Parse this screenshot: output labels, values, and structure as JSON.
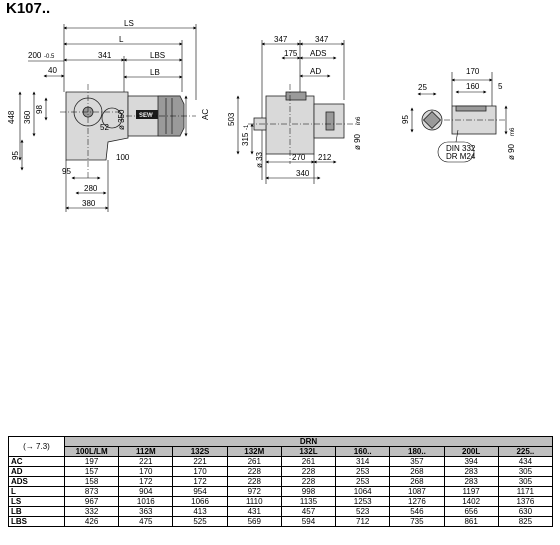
{
  "title": "K107..",
  "front_view": {
    "dims": {
      "LS": "LS",
      "L": "L",
      "LBS": "LBS",
      "LB": "LB",
      "d200": "200",
      "tol200": "-0.5",
      "d40": "40",
      "d341": "341",
      "d448": "448",
      "d360": "360",
      "d98": "98",
      "d52": "52",
      "d95v": "95",
      "d100": "100",
      "d95h": "95",
      "d280": "280",
      "d380": "380",
      "phi350": "ø 350",
      "AC": "AC",
      "brand": "SEW"
    }
  },
  "side_view": {
    "dims": {
      "d347a": "347",
      "d347b": "347",
      "d175": "175",
      "ADS": "ADS",
      "AD": "AD",
      "d503": "503",
      "d315": "315",
      "tol315": "-1",
      "phi33": "ø 33",
      "phi90": "ø 90",
      "tolm6": "m6",
      "d270": "270",
      "d212": "212",
      "d340": "340"
    }
  },
  "shaft_detail": {
    "dims": {
      "d170": "170",
      "d160": "160",
      "d5": "5",
      "d25": "25",
      "d95": "95",
      "phi90": "ø 90",
      "tolm6": "m6",
      "din": "DIN 332",
      "thread": "DR M24"
    }
  },
  "table": {
    "ref_label": "(→ 7.3)",
    "group_header": "DRN",
    "columns": [
      "100L/LM",
      "112M",
      "132S",
      "132M",
      "132L",
      "160..",
      "180..",
      "200L",
      "225.."
    ],
    "rows": [
      {
        "label": "AC",
        "values": [
          "197",
          "221",
          "221",
          "261",
          "261",
          "314",
          "357",
          "394",
          "434"
        ]
      },
      {
        "label": "AD",
        "values": [
          "157",
          "170",
          "170",
          "228",
          "228",
          "253",
          "268",
          "283",
          "305"
        ]
      },
      {
        "label": "ADS",
        "values": [
          "158",
          "172",
          "172",
          "228",
          "228",
          "253",
          "268",
          "283",
          "305"
        ]
      },
      {
        "label": "L",
        "values": [
          "873",
          "904",
          "954",
          "972",
          "998",
          "1064",
          "1087",
          "1197",
          "1171"
        ]
      },
      {
        "label": "LS",
        "values": [
          "967",
          "1016",
          "1066",
          "1110",
          "1135",
          "1253",
          "1276",
          "1402",
          "1376"
        ]
      },
      {
        "label": "LB",
        "values": [
          "332",
          "363",
          "413",
          "431",
          "457",
          "523",
          "546",
          "656",
          "630"
        ]
      },
      {
        "label": "LBS",
        "values": [
          "426",
          "475",
          "525",
          "569",
          "594",
          "712",
          "735",
          "861",
          "825"
        ]
      }
    ]
  }
}
